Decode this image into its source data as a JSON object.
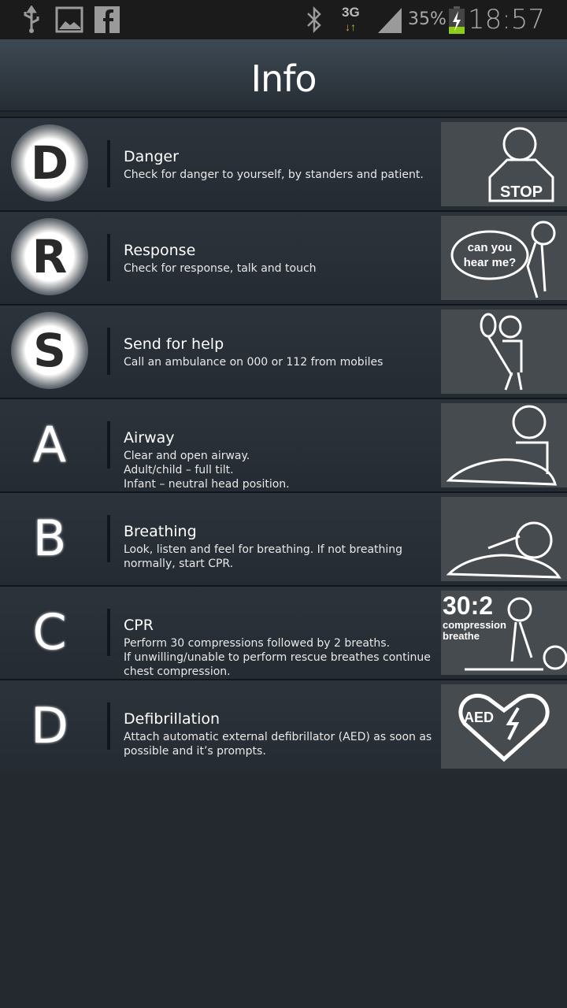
{
  "status_bar": {
    "network": "3G",
    "battery": "35%",
    "time": "18:57",
    "icons": [
      "usb-icon",
      "gallery-icon",
      "facebook-icon",
      "bluetooth-icon",
      "network-3g-icon",
      "signal-icon",
      "battery-charging-icon"
    ]
  },
  "header": {
    "title": "Info"
  },
  "items": [
    {
      "badge": "D",
      "style": "circle",
      "title": "Danger",
      "desc": [
        "Check for danger to yourself, by standers and patient."
      ],
      "image": "stop-sign-person",
      "image_text": "STOP"
    },
    {
      "badge": "R",
      "style": "circle",
      "title": "Response",
      "desc": [
        "Check for response, talk and touch"
      ],
      "image": "speech-bubble-person",
      "image_text": "can you hear me?"
    },
    {
      "badge": "S",
      "style": "circle",
      "title": "Send for help",
      "desc": [
        "Call an ambulance on 000 or 112 from mobiles"
      ],
      "image": "phone-person",
      "image_text": ""
    },
    {
      "badge": "A",
      "style": "plain",
      "title": "Airway",
      "desc": [
        "Clear and open airway.",
        "Adult/child – full tilt.",
        "Infant – neutral head position."
      ],
      "image": "airway-tilt",
      "image_text": ""
    },
    {
      "badge": "B",
      "style": "plain",
      "title": "Breathing",
      "desc": [
        "Look, listen and feel for breathing. If not breathing normally, start CPR."
      ],
      "image": "breathing-check",
      "image_text": ""
    },
    {
      "badge": "C",
      "style": "plain",
      "title": "CPR",
      "desc": [
        "Perform 30 compressions followed by 2 breaths.",
        "If unwilling/unable to perform rescue breathes continue chest compression."
      ],
      "image": "cpr-compression",
      "image_text": "30:2 compression breathe"
    },
    {
      "badge": "D",
      "style": "plain",
      "title": "Defibrillation",
      "desc": [
        "Attach automatic external defibrillator (AED) as soon as possible and it’s prompts."
      ],
      "image": "aed-heart",
      "image_text": "AED"
    }
  ]
}
